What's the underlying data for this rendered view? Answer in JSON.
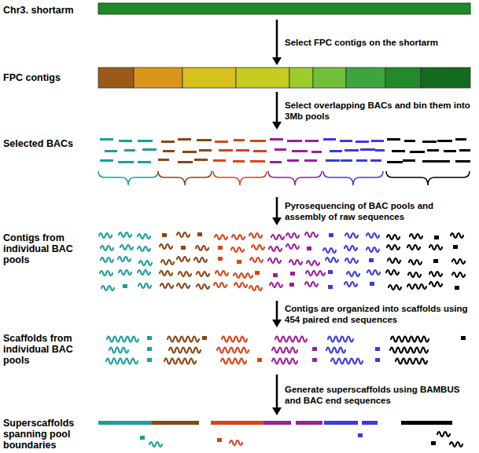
{
  "diagram": {
    "nodes": [
      {
        "text": [
          "Chr3. shortarm"
        ]
      },
      {
        "text": [
          "FPC contigs"
        ]
      },
      {
        "text": [
          "Selected BACs"
        ]
      },
      {
        "text": [
          "Contigs from individual BAC pools"
        ]
      },
      {
        "text": [
          "Scaffolds from individual BAC pools"
        ]
      },
      {
        "text": [
          "Superscaffolds spanning pool boundaries"
        ]
      }
    ],
    "edges": [
      {
        "from": 0,
        "to": 1,
        "arrow": "to",
        "label": "Select FPC contigs on the shortarm"
      },
      {
        "from": 1,
        "to": 2,
        "arrow": "to",
        "label": "Select overlapping BACs and bin them into 3Mb pools"
      },
      {
        "from": 2,
        "to": 3,
        "arrow": "to",
        "label": "Pyrosequencing of BAC pools and assembly of raw sequences"
      },
      {
        "from": 3,
        "to": 4,
        "arrow": "to",
        "label": "Contigs are organized into scaffolds using 454 paired end sequences"
      },
      {
        "from": 4,
        "to": 5,
        "arrow": "to",
        "label": "Generate superscaffolds using BAMBUS and BAC end sequences"
      }
    ]
  }
}
